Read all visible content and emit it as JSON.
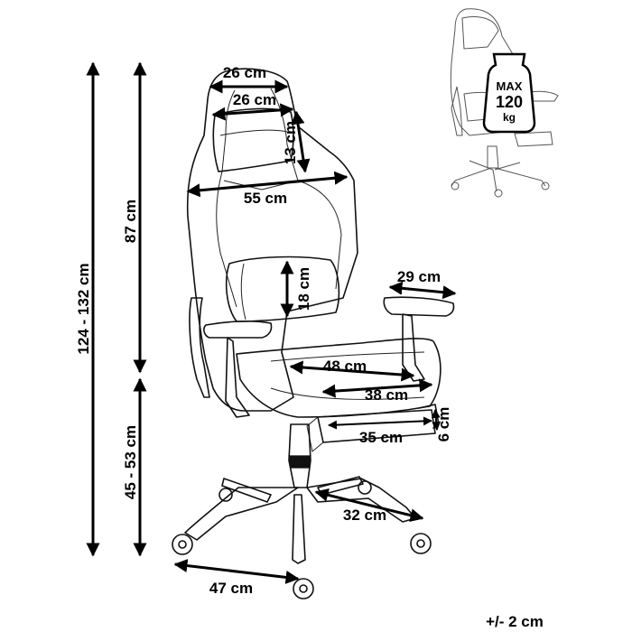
{
  "dimensions": {
    "total_height": "124 - 132 cm",
    "back_height": "87 cm",
    "seat_height": "45 - 53 cm",
    "headrest_top_width": "26 cm",
    "headrest_pillow_width": "26 cm",
    "headrest_pillow_height": "13 cm",
    "shoulder_width": "55 cm",
    "lumbar_pillow_height": "18 cm",
    "armrest_length": "29 cm",
    "seat_depth": "48 cm",
    "seat_width": "38 cm",
    "footrest_width": "35 cm",
    "footrest_height": "6 cm",
    "base_leg": "32 cm",
    "base_width": "47 cm"
  },
  "tolerance": "+/- 2 cm",
  "max_load": {
    "line1": "MAX",
    "line2": "120",
    "line3": "kg"
  }
}
